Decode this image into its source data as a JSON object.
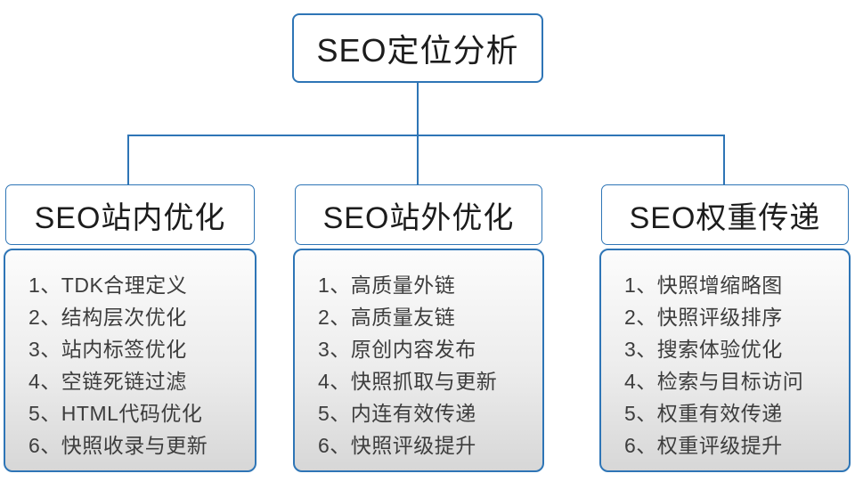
{
  "diagram": {
    "root": {
      "label": "SEO定位分析"
    },
    "branches": [
      {
        "title": "SEO站内优化",
        "items": [
          "1、TDK合理定义",
          "2、结构层次优化",
          "3、站内标签优化",
          "4、空链死链过滤",
          "5、HTML代码优化",
          "6、快照收录与更新"
        ]
      },
      {
        "title": "SEO站外优化",
        "items": [
          "1、高质量外链",
          "2、高质量友链",
          "3、原创内容发布",
          "4、快照抓取与更新",
          "5、内连有效传递",
          "6、快照评级提升"
        ]
      },
      {
        "title": "SEO权重传递",
        "items": [
          "1、快照增缩略图",
          "2、快照评级排序",
          "3、搜索体验优化",
          "4、检索与目标访问",
          "5、权重有效传递",
          "6、权重评级提升"
        ]
      }
    ],
    "colors": {
      "line_blue": "#2E75B6",
      "panel_gradient_top": "#fcfcfc",
      "panel_gradient_bottom": "#d7d7d7",
      "header_text": "#1c1c1c",
      "item_text": "#3d3d3d"
    }
  }
}
